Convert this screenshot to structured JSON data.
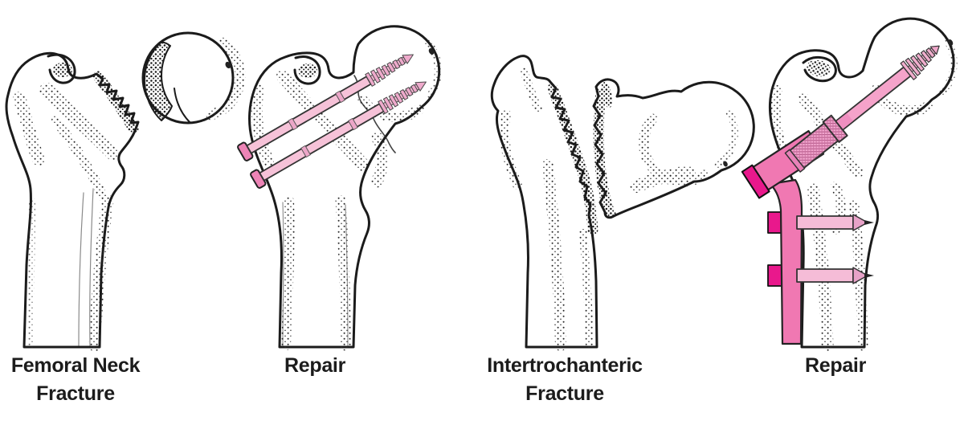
{
  "figure": {
    "background_color": "#FFFFFF",
    "outline_color": "#1B1B1B",
    "text_color": "#1C1C1C",
    "implant_colors": {
      "screw_body_pink": "#F6C2D8",
      "screw_head_pink": "#ED84B6",
      "thread_pink": "#EFAACC",
      "lag_screw_pink": "#F5A3CA",
      "plate_pink": "#F078B2",
      "plate_cap_magenta": "#E9188C",
      "barrel_pink": "#F0A3CC"
    },
    "panels": [
      {
        "id": "femoral-neck-fracture",
        "label_lines": [
          "Femoral Neck",
          "Fracture"
        ]
      },
      {
        "id": "femoral-neck-repair",
        "label_lines": [
          "Repair"
        ]
      },
      {
        "id": "intertrochanteric-fracture",
        "label_lines": [
          "Intertrochanteric",
          "Fracture"
        ]
      },
      {
        "id": "intertrochanteric-repair",
        "label_lines": [
          "Repair"
        ]
      }
    ]
  }
}
